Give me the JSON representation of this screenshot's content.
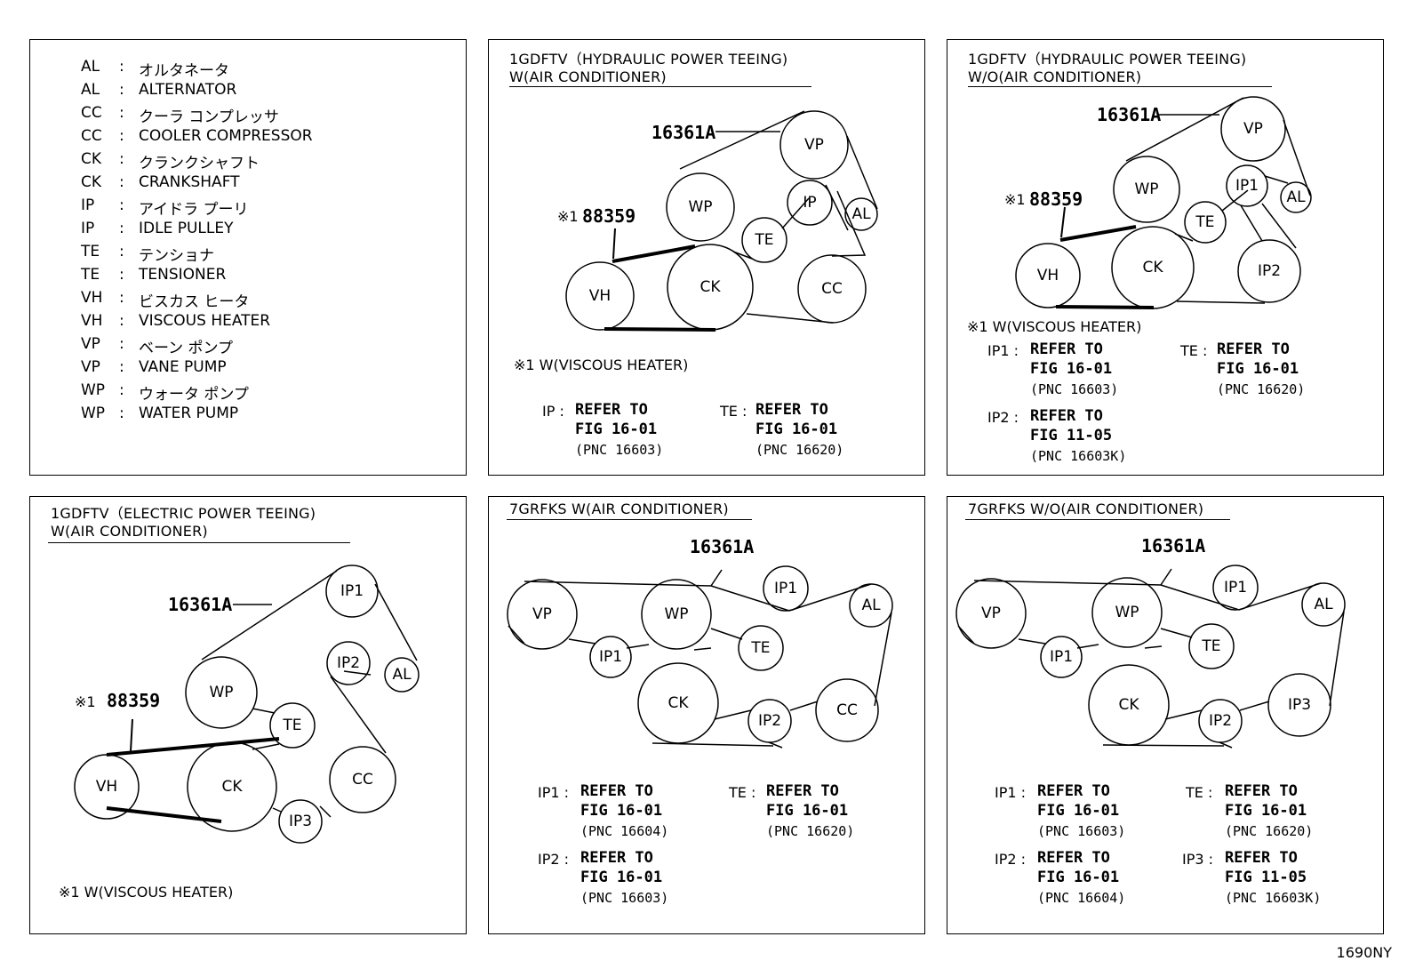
{
  "legend": [
    {
      "code": "AL",
      "colon": ":",
      "desc": "オルタネータ"
    },
    {
      "code": "AL",
      "colon": ":",
      "desc": "ALTERNATOR"
    },
    {
      "code": "CC",
      "colon": ":",
      "desc": "クーラ コンプレッサ"
    },
    {
      "code": "CC",
      "colon": ":",
      "desc": "COOLER COMPRESSOR"
    },
    {
      "code": "CK",
      "colon": ":",
      "desc": "クランクシャフト"
    },
    {
      "code": "CK",
      "colon": ":",
      "desc": "CRANKSHAFT"
    },
    {
      "code": "IP",
      "colon": ":",
      "desc": "アイドラ プーリ"
    },
    {
      "code": "IP",
      "colon": ":",
      "desc": "IDLE PULLEY"
    },
    {
      "code": "TE",
      "colon": ":",
      "desc": "テンショナ"
    },
    {
      "code": "TE",
      "colon": ":",
      "desc": "TENSIONER"
    },
    {
      "code": "VH",
      "colon": ":",
      "desc": "ビスカス ヒータ"
    },
    {
      "code": "VH",
      "colon": ":",
      "desc": "VISCOUS HEATER"
    },
    {
      "code": "VP",
      "colon": ":",
      "desc": "ベーン ポンプ"
    },
    {
      "code": "VP",
      "colon": ":",
      "desc": "VANE PUMP"
    },
    {
      "code": "WP",
      "colon": ":",
      "desc": "ウォータ ポンプ"
    },
    {
      "code": "WP",
      "colon": ":",
      "desc": "WATER PUMP"
    }
  ],
  "panels": {
    "p2": {
      "title1": "1GDFTV（HYDRAULIC POWER TEEING)",
      "title2": "W(AIR CONDITIONER)",
      "part_main": "16361A",
      "part_sub": "88359",
      "part_sub_mark": "※1",
      "note": "※1  W(VISCOUS HEATER)",
      "pulleys": {
        "vp": "VP",
        "ip": "IP",
        "al": "AL",
        "wp": "WP",
        "te": "TE",
        "vh": "VH",
        "ck": "CK",
        "cc": "CC"
      },
      "refs": [
        {
          "label": "IP :",
          "l1": "REFER TO",
          "l2": "FIG 16-01",
          "l3": "(PNC 16603)"
        },
        {
          "label": "TE :",
          "l1": "REFER TO",
          "l2": "FIG 16-01",
          "l3": "(PNC 16620)"
        }
      ]
    },
    "p3": {
      "title1": "1GDFTV（HYDRAULIC POWER TEEING)",
      "title2": "W/O(AIR CONDITIONER)",
      "part_main": "16361A",
      "part_sub": "88359",
      "part_sub_mark": "※1",
      "note": "※1  W(VISCOUS HEATER)",
      "pulleys": {
        "vp": "VP",
        "ip1": "IP1",
        "al": "AL",
        "wp": "WP",
        "te": "TE",
        "vh": "VH",
        "ck": "CK",
        "ip2": "IP2"
      },
      "refs": [
        {
          "label": "IP1 :",
          "l1": "REFER TO",
          "l2": "FIG 16-01",
          "l3": "(PNC 16603)"
        },
        {
          "label": "TE :",
          "l1": "REFER TO",
          "l2": "FIG 16-01",
          "l3": "(PNC 16620)"
        },
        {
          "label": "IP2 :",
          "l1": "REFER TO",
          "l2": "FIG 11-05",
          "l3": "(PNC 16603K)"
        }
      ]
    },
    "p4": {
      "title1": "1GDFTV（ELECTRIC POWER TEEING)",
      "title2": "W(AIR CONDITIONER)",
      "part_main": "16361A",
      "part_sub": "88359",
      "part_sub_mark": "※1",
      "note": "※1  W(VISCOUS HEATER)",
      "pulleys": {
        "ip1": "IP1",
        "ip2": "IP2",
        "al": "AL",
        "wp": "WP",
        "te": "TE",
        "vh": "VH",
        "ck": "CK",
        "cc": "CC",
        "ip3": "IP3"
      }
    },
    "p5": {
      "title1": "7GRFKS  W(AIR CONDITIONER)",
      "part_main": "16361A",
      "pulleys": {
        "vp": "VP",
        "wp": "WP",
        "ip1a": "IP1",
        "al": "AL",
        "ip1b": "IP1",
        "te": "TE",
        "ck": "CK",
        "ip2": "IP2",
        "cc": "CC"
      },
      "refs": [
        {
          "label": "IP1 :",
          "l1": "REFER TO",
          "l2": "FIG 16-01",
          "l3": "(PNC 16604)"
        },
        {
          "label": "TE :",
          "l1": "REFER TO",
          "l2": "FIG 16-01",
          "l3": "(PNC 16620)"
        },
        {
          "label": "IP2 :",
          "l1": "REFER TO",
          "l2": "FIG 16-01",
          "l3": "(PNC 16603)"
        }
      ]
    },
    "p6": {
      "title1": "7GRFKS  W/O(AIR CONDITIONER)",
      "part_main": "16361A",
      "pulleys": {
        "vp": "VP",
        "wp": "WP",
        "ip1a": "IP1",
        "al": "AL",
        "ip1b": "IP1",
        "te": "TE",
        "ck": "CK",
        "ip2": "IP2",
        "ip3": "IP3"
      },
      "refs": [
        {
          "label": "IP1 :",
          "l1": "REFER TO",
          "l2": "FIG 16-01",
          "l3": "(PNC 16603)"
        },
        {
          "label": "TE :",
          "l1": "REFER TO",
          "l2": "FIG 16-01",
          "l3": "(PNC 16620)"
        },
        {
          "label": "IP2 :",
          "l1": "REFER TO",
          "l2": "FIG 16-01",
          "l3": "(PNC 16604)"
        },
        {
          "label": "IP3 :",
          "l1": "REFER TO",
          "l2": "FIG 11-05",
          "l3": "(PNC 16603K)"
        }
      ]
    }
  },
  "figure_id": "1690NY"
}
